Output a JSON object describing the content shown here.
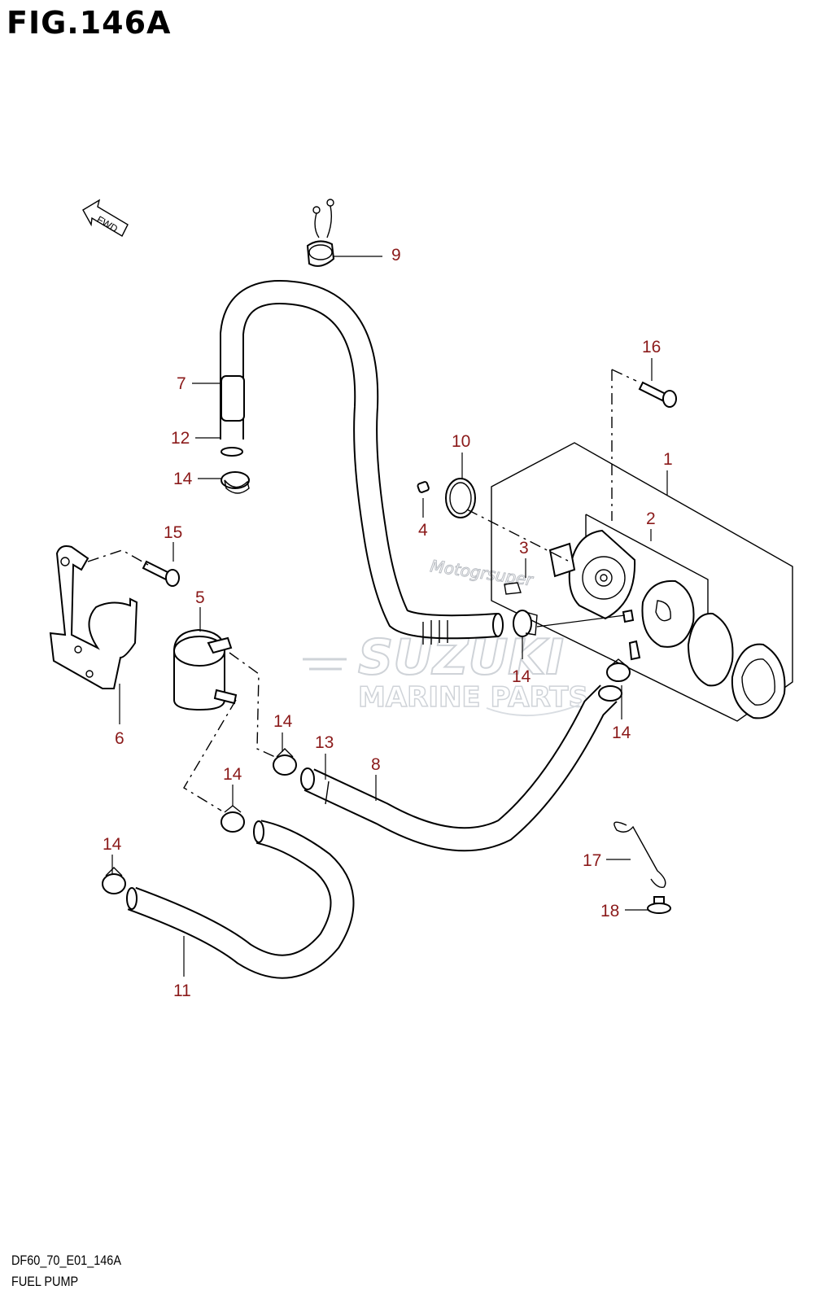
{
  "figure": {
    "title": "FIG.146A",
    "diagram_code": "DF60_70_E01_146A",
    "diagram_name": "FUEL PUMP",
    "fwd_label": "FWD"
  },
  "watermarks": {
    "brand": "SUZUKI",
    "sub": "MARINE PARTS",
    "site": "Motogrsuper"
  },
  "callouts": [
    {
      "id": "c1",
      "label": "1"
    },
    {
      "id": "c2",
      "label": "2"
    },
    {
      "id": "c3",
      "label": "3"
    },
    {
      "id": "c4",
      "label": "4"
    },
    {
      "id": "c5",
      "label": "5"
    },
    {
      "id": "c6",
      "label": "6"
    },
    {
      "id": "c7",
      "label": "7"
    },
    {
      "id": "c8",
      "label": "8"
    },
    {
      "id": "c9",
      "label": "9"
    },
    {
      "id": "c10",
      "label": "10"
    },
    {
      "id": "c11",
      "label": "11"
    },
    {
      "id": "c12",
      "label": "12"
    },
    {
      "id": "c13",
      "label": "13"
    },
    {
      "id": "c14a",
      "label": "14"
    },
    {
      "id": "c14b",
      "label": "14"
    },
    {
      "id": "c14c",
      "label": "14"
    },
    {
      "id": "c14d",
      "label": "14"
    },
    {
      "id": "c14e",
      "label": "14"
    },
    {
      "id": "c14f",
      "label": "14"
    },
    {
      "id": "c15",
      "label": "15"
    },
    {
      "id": "c16",
      "label": "16"
    },
    {
      "id": "c17",
      "label": "17"
    },
    {
      "id": "c18",
      "label": "18"
    }
  ]
}
